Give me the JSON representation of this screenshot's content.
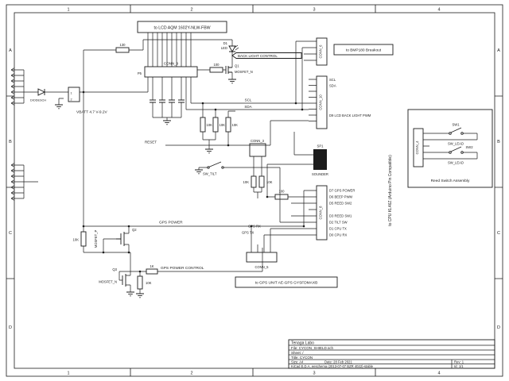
{
  "frame": {
    "col1": "1",
    "col2": "2",
    "col3": "3",
    "col4": "4",
    "rowA": "A",
    "rowB": "B",
    "rowC": "C",
    "rowD": "D"
  },
  "title_block": {
    "company": "Tenaga Labo",
    "file": "File: CYCON_SHIELD.sch",
    "sheet": "Sheet: /",
    "title": "Title: CYCON",
    "size": "Size: A4",
    "date": "Date: 28 Feb 2021",
    "rev": "Rev: 1",
    "tool": "KiCad E.D.A.  eeschema (2013-07-07 BZR 4022)-stable",
    "id": "Id: 1/1"
  },
  "notes": {
    "lcd": "to LCD AQM 1602Y-NLW-FBW",
    "bmp180": "to BMP180 Breakout",
    "gps": "to GPS UNIT AE-GPS GYSFDMAXB",
    "reed": "Reed Switch Assembly",
    "cpu": "to CPU KL46Z (Arduino Pin Compatible)"
  },
  "nets": {
    "backlight": "BACK LIGHT CONTROL",
    "vbatt": "VBATT 4.7 V-9.2V",
    "reset": "RESET",
    "scl": "SCL",
    "sda": "SDA",
    "gps_power": "GPS POWER",
    "gps_power_control": "GPS POWER CONTROL",
    "gps_rx": "GPS RX",
    "gps_tx": "GPS TX"
  },
  "cpu_pins": {
    "scl": "SCL",
    "sda": "SDA",
    "d9": "D9 LCD BACK LIGHT PWM",
    "d7": "D7 GPS POWER",
    "d6": "D6 BEEP PWM",
    "d5": "D5 REED SW2",
    "d3": "D3 REED SW1",
    "d2": "D2 TILT SW",
    "d1": "D1 CPU TX",
    "d0": "D0 CPU RX"
  },
  "components": {
    "conn9": "CONN_9",
    "conn9_ref": "P5",
    "conn10": "CONN_10",
    "conn8": "CONN_8",
    "conn6": "CONN_6",
    "conn5": "CONN_5",
    "conn4": "CONN_4",
    "conn3": "CONN_3",
    "q1": "Q1",
    "q2": "Q2",
    "q3": "Q3",
    "mosfet_n": "MOSFET_N",
    "mosfet_p": "MOSFET_P",
    "led_ref": "D1",
    "led": "LED",
    "diodesch": "DIODESCH",
    "sounder_ref": "SP1",
    "sounder": "SOUNDER",
    "sw_tilt": "SW_TILT",
    "sw1": "SW1",
    "sw2": "SW2",
    "sw_lead": "SW_LEAD",
    "r130": "130",
    "r100": "100",
    "r10k": "10K",
    "r1k": "1K",
    "bat_pin1": "1",
    "bat_pin2": "2"
  },
  "colors": {
    "ink": "#1c1c1c",
    "paper": "#ffffff"
  }
}
